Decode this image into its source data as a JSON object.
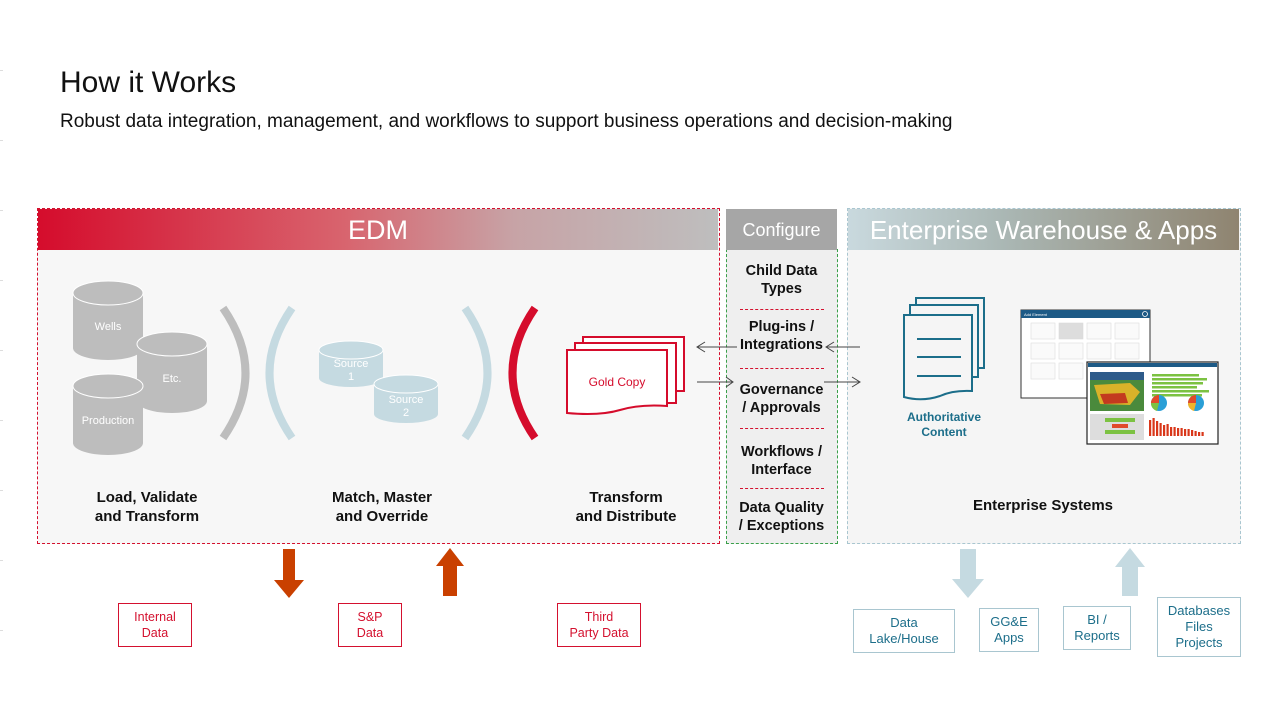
{
  "header": {
    "title": "How it Works",
    "subtitle": "Robust data integration, management,  and workflows to support business operations and decision-making"
  },
  "edm": {
    "title": "EDM",
    "colors": {
      "accent": "#d50c2c",
      "gray": "#bebebe",
      "light_blue": "#c5dae1"
    },
    "stages": [
      {
        "label_line1": "Load, Validate",
        "label_line2": "and Transform",
        "databases": [
          "Wells",
          "Etc.",
          "Production"
        ]
      },
      {
        "label_line1": "Match, Master",
        "label_line2": "and Override",
        "databases": [
          [
            "Source",
            "1"
          ],
          [
            "Source",
            "2"
          ]
        ]
      },
      {
        "label_line1": "Transform",
        "label_line2": "and Distribute",
        "document": "Gold  Copy"
      }
    ]
  },
  "configure": {
    "title": "Configure",
    "items": [
      [
        "Child Data",
        "Types"
      ],
      [
        "Plug-ins /",
        "Integrations"
      ],
      [
        "Governance",
        "/ Approvals"
      ],
      [
        "Workflows /",
        "Interface"
      ],
      [
        "Data Quality",
        "/ Exceptions"
      ]
    ]
  },
  "enterprise": {
    "title": "Enterprise Warehouse & Apps",
    "authoritative_content": [
      "Authoritative",
      "Content"
    ],
    "systems_label": "Enterprise Systems",
    "dialog_title": "Add Element"
  },
  "data_sources": [
    [
      "Internal",
      "Data"
    ],
    [
      "S&P",
      "Data"
    ],
    [
      "Third",
      "Party Data"
    ]
  ],
  "outputs": [
    [
      "Data",
      "Lake/House"
    ],
    [
      "GG&E",
      "Apps"
    ],
    [
      "BI /",
      "Reports"
    ],
    [
      "Databases",
      "Files",
      "Projects"
    ]
  ],
  "arrow_colors": {
    "edm": "#c94000",
    "enterprise": "#c5dae1"
  }
}
